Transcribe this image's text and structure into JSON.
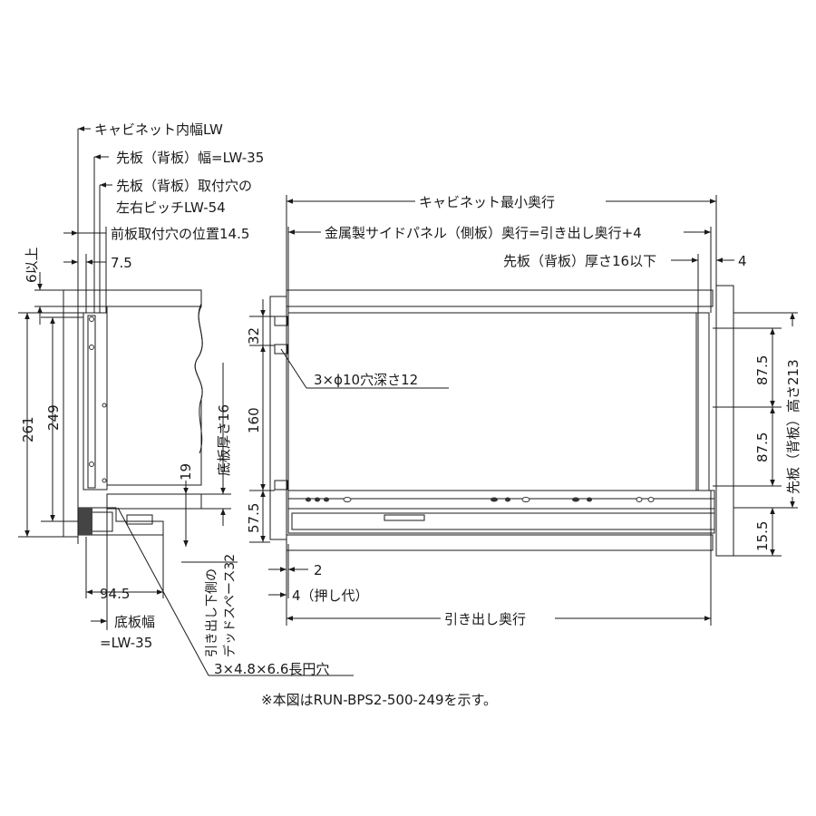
{
  "labels": {
    "cabinet_inner_width": "キャビネット内幅LW",
    "front_panel_width": "先板（背板）幅=LW-35",
    "front_hole_pitch_l1": "先板（背板）取付穴の",
    "front_hole_pitch_l2": "左右ピッチLW-54",
    "front_board_hole_pos": "前板取付穴の位置14.5",
    "dim_7_5": "7.5",
    "dim_6_min": "6以上",
    "dim_261": "261",
    "dim_249": "249",
    "dim_19": "19",
    "bottom_thickness": "底板厚さ16",
    "dim_94_5": "94.5",
    "bottom_width_l1": "底板幅",
    "bottom_width_l2": "=LW-35",
    "dead_space_l1": "引き出し下側の",
    "dead_space_l2": "デッドスペース32",
    "slot_holes": "3×4.8×6.6長円穴",
    "cabinet_min_depth": "キャビネット最小奥行",
    "side_panel_depth": "金属製サイドパネル（側板）奥行=引き出し奥行+4",
    "front_thickness": "先板（背板）厚さ16以下",
    "dim_4_top": "4",
    "dim_32": "32",
    "dim_160": "160",
    "dim_57_5": "57.5",
    "holes_note": "3×ϕ10穴深さ12",
    "dim_87_5_a": "87.5",
    "dim_87_5_b": "87.5",
    "dim_15_5": "15.5",
    "front_height": "先板（背板）高さ213",
    "dim_2": "2",
    "dim_4_push": "4（押し代）",
    "drawer_depth": "引き出し奥行",
    "note": "※本図はRUN-BPS2-500-249を示す。"
  }
}
